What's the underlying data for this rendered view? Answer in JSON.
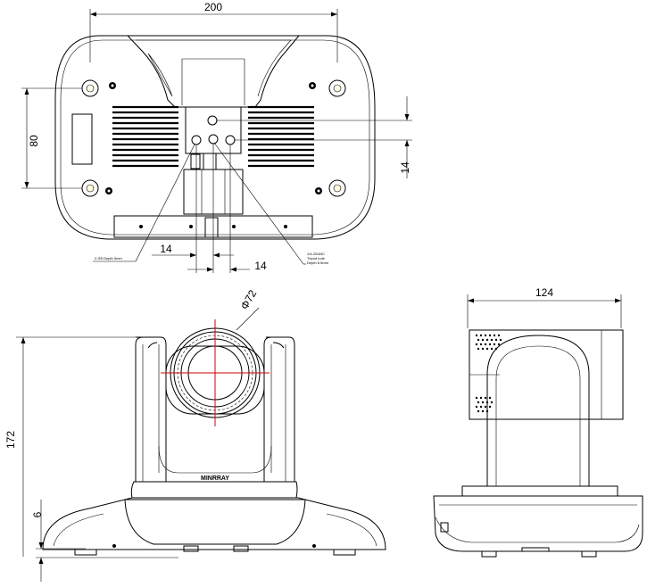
{
  "dimensions": {
    "top_width": "200",
    "top_hole_spacing": "80",
    "top_right_offset": "14",
    "bottom_left_offset": "14",
    "bottom_right_offset": "14",
    "lens_diameter": "Φ72",
    "height": "172",
    "base_height": "6",
    "side_width": "124"
  },
  "notes": {
    "left_callout": "2-Φ5 Depth 5mm",
    "right_callout_line1": "1/4-20UNC",
    "right_callout_line2": "Tripod hole",
    "right_callout_line3": "Depth 6.5mm"
  },
  "front_logo": "MINRRAY",
  "colors": {
    "line": "#000000",
    "centerline": "#d40000",
    "hole_fill": "#f3e27a",
    "background": "#ffffff"
  }
}
